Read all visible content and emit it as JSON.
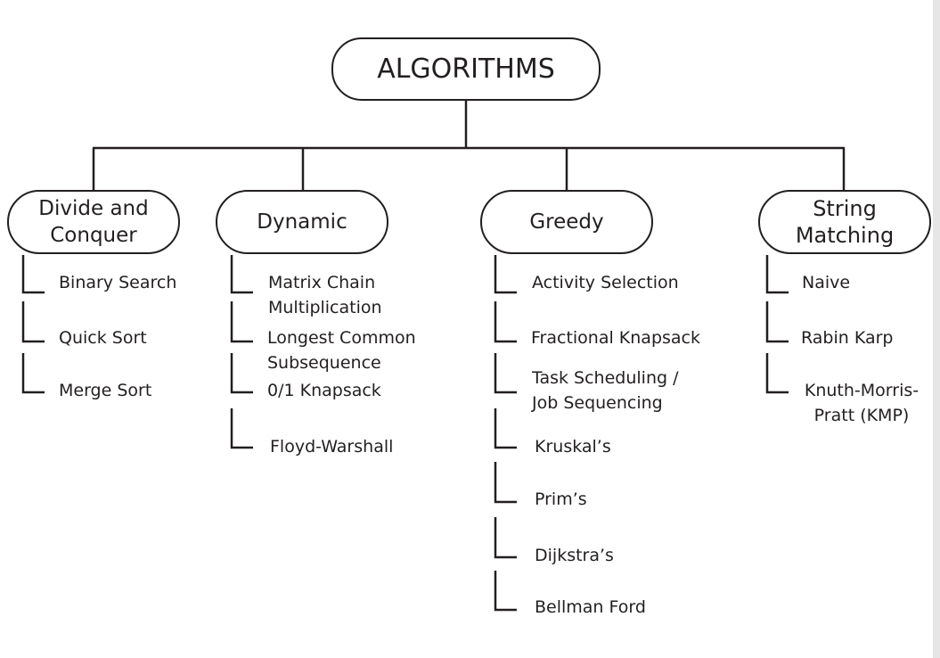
{
  "root": {
    "label": "ALGORITHMS"
  },
  "categories": [
    {
      "label": "Divide and\nConquer",
      "items": [
        "Binary Search",
        "Quick Sort",
        "Merge Sort"
      ]
    },
    {
      "label": "Dynamic",
      "items": [
        "Matrix Chain\nMultiplication",
        "Longest Common\nSubsequence",
        "0/1 Knapsack",
        "Floyd-Warshall"
      ]
    },
    {
      "label": "Greedy",
      "items": [
        "Activity Selection",
        "Fractional Knapsack",
        "Task Scheduling /\nJob Sequencing",
        "Kruskal’s",
        "Prim’s",
        "Dijkstra’s",
        "Bellman Ford"
      ]
    },
    {
      "label": "String\nMatching",
      "items": [
        "Naive",
        "Rabin Karp",
        "Knuth-Morris-\nPratt (KMP)"
      ]
    }
  ],
  "colors": {
    "line": "#231f20",
    "background": "#ffffff"
  }
}
